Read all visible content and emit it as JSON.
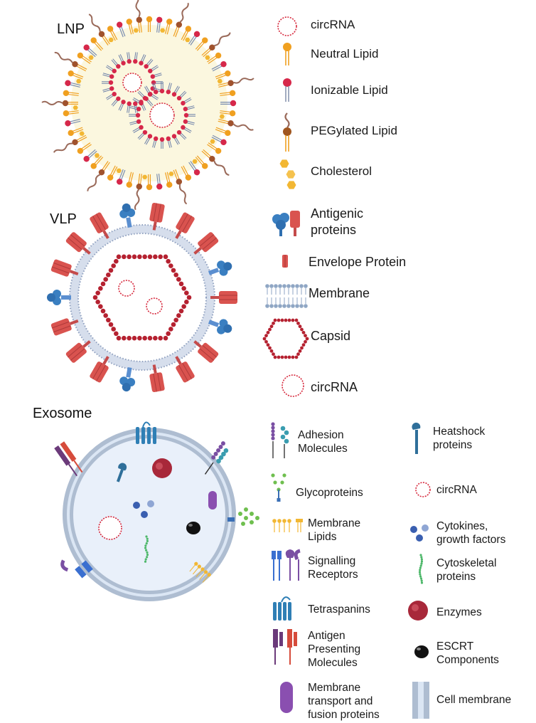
{
  "lnp": {
    "title": "LNP",
    "legend": [
      "circRNA",
      "Neutral Lipid",
      "Ionizable Lipid",
      "PEGylated Lipid",
      "Cholesterol"
    ]
  },
  "vlp": {
    "title": "VLP",
    "legend": [
      "Antigenic\nproteins",
      "Envelope Protein",
      "Membrane",
      "Capsid",
      "circRNA"
    ]
  },
  "exosome": {
    "title": "Exosome",
    "legend_left": [
      "Adhesion\nMolecules",
      "Glycoproteins",
      "Membrane\nLipids",
      "Signalling\nReceptors",
      "Tetraspanins",
      "Antigen\nPresenting\nMolecules",
      "Membrane\ntransport and\nfusion proteins"
    ],
    "legend_right": [
      "Heatshock\nproteins",
      "circRNA",
      "Cytokines,\ngrowth factors",
      "Cytoskeletal\nproteins",
      "Enzymes",
      "ESCRT\nComponents",
      "Cell membrane"
    ]
  },
  "colors": {
    "circrna": "#d6283c",
    "neutral_lipid": "#f0a020",
    "ionizable_lipid": "#d6284a",
    "peg_lipid": "#a0522d",
    "cholesterol": "#f2b733",
    "envelope": "#d9534f",
    "antigen_blue": "#3a7fc1",
    "membrane": "#9aa8c2",
    "capsid": "#b52130",
    "exo_fill": "#e9f0fa",
    "exo_membrane": "#aebdd1"
  }
}
